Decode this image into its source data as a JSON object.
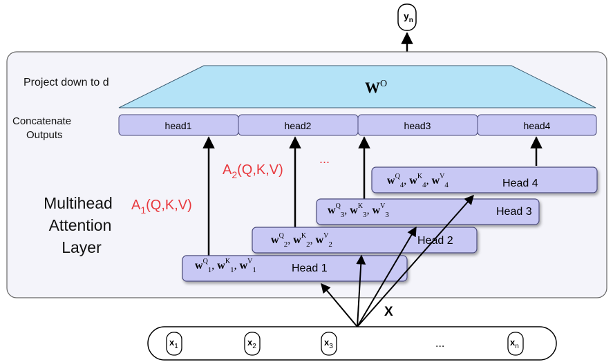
{
  "output": {
    "label": "y",
    "sub": "n"
  },
  "projection": {
    "side_label": "Project down to d",
    "w": "W",
    "w_sup": "O"
  },
  "concat": {
    "label_line1": "Concatenate",
    "label_line2": "Outputs",
    "heads": [
      "head1",
      "head2",
      "head3",
      "head4"
    ]
  },
  "layer_label": [
    "Multihead",
    "Attention",
    "Layer"
  ],
  "attention": {
    "a1": {
      "A": "A",
      "sub": "1",
      "args": "(Q,K,V)"
    },
    "a2": {
      "A": "A",
      "sub": "2",
      "args": "(Q,K,V)"
    },
    "dots": "..."
  },
  "head_boxes": [
    {
      "n": "1",
      "name": "Head 1"
    },
    {
      "n": "2",
      "name": "Head 2"
    },
    {
      "n": "3",
      "name": "Head 3"
    },
    {
      "n": "4",
      "name": "Head 4"
    }
  ],
  "weights": {
    "w": "w",
    "q": "Q",
    "k": "K",
    "v": "V"
  },
  "input_arrow_label": "X",
  "inputs": {
    "tokens": [
      {
        "x": "x",
        "sub": "1"
      },
      {
        "x": "x",
        "sub": "2"
      },
      {
        "x": "x",
        "sub": "3"
      },
      {
        "x": "x",
        "sub": "n"
      }
    ],
    "dots": "..."
  },
  "colors": {
    "panel_fill": "#f4f4fa",
    "panel_stroke": "#666666",
    "trapezoid_fill": "#b4e3f7",
    "box_fill": "#c8c8f4",
    "box_stroke": "#4a4a7a",
    "red": "#e8383d"
  }
}
